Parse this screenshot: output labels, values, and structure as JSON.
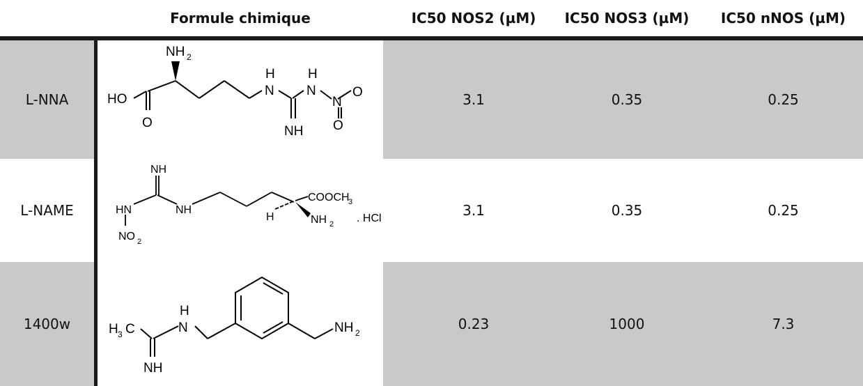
{
  "headers": {
    "formula": "Formule chimique",
    "nos2": "IC50 NOS2 (µM)",
    "nos3": "IC50 NOS3 (µM)",
    "nnos": "IC50 nNOS (µM)"
  },
  "rows": [
    {
      "name": "L-NNA",
      "nos2": "3.1",
      "nos3": "0.35",
      "nnos": "0.25",
      "structure_labels": [
        "NH",
        "2",
        "HO",
        "O",
        "H",
        "N",
        "H",
        "N",
        "N",
        "O",
        "O",
        "NH"
      ]
    },
    {
      "name": "L-NAME",
      "nos2": "3.1",
      "nos3": "0.35",
      "nnos": "0.25",
      "structure_labels": [
        "NH",
        "HN",
        "NH",
        "NO",
        "2",
        "COOCH",
        "3",
        "H",
        "NH",
        "2",
        ". HCl"
      ]
    },
    {
      "name": "1400w",
      "nos2": "0.23",
      "nos3": "1000",
      "nnos": "7.3",
      "structure_labels": [
        "H",
        "3",
        "C",
        "H",
        "N",
        "NH",
        "NH",
        "2"
      ]
    }
  ]
}
